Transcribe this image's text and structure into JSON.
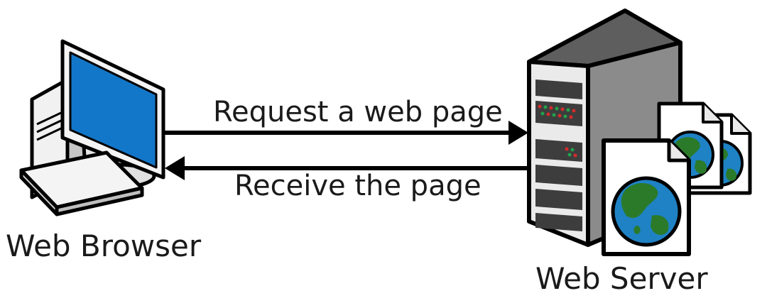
{
  "diagram": {
    "client_label": "Web Browser",
    "server_label": "Web Server",
    "request_label": "Request a web page",
    "response_label": "Receive the page",
    "colors": {
      "screen": "#1377c9",
      "outline": "#000000",
      "case_light": "#f1f1f1",
      "case_mid": "#c9c9c9",
      "case_dark": "#8a8a8a",
      "server_dark": "#575757",
      "ocean": "#1f82c4",
      "land": "#2a7a2a",
      "led_red": "#d42b2b",
      "led_green": "#22a24a"
    },
    "icons": [
      "desktop-computer-icon",
      "server-tower-icon",
      "web-page-globe-icon",
      "arrow-right-icon",
      "arrow-left-icon"
    ]
  }
}
